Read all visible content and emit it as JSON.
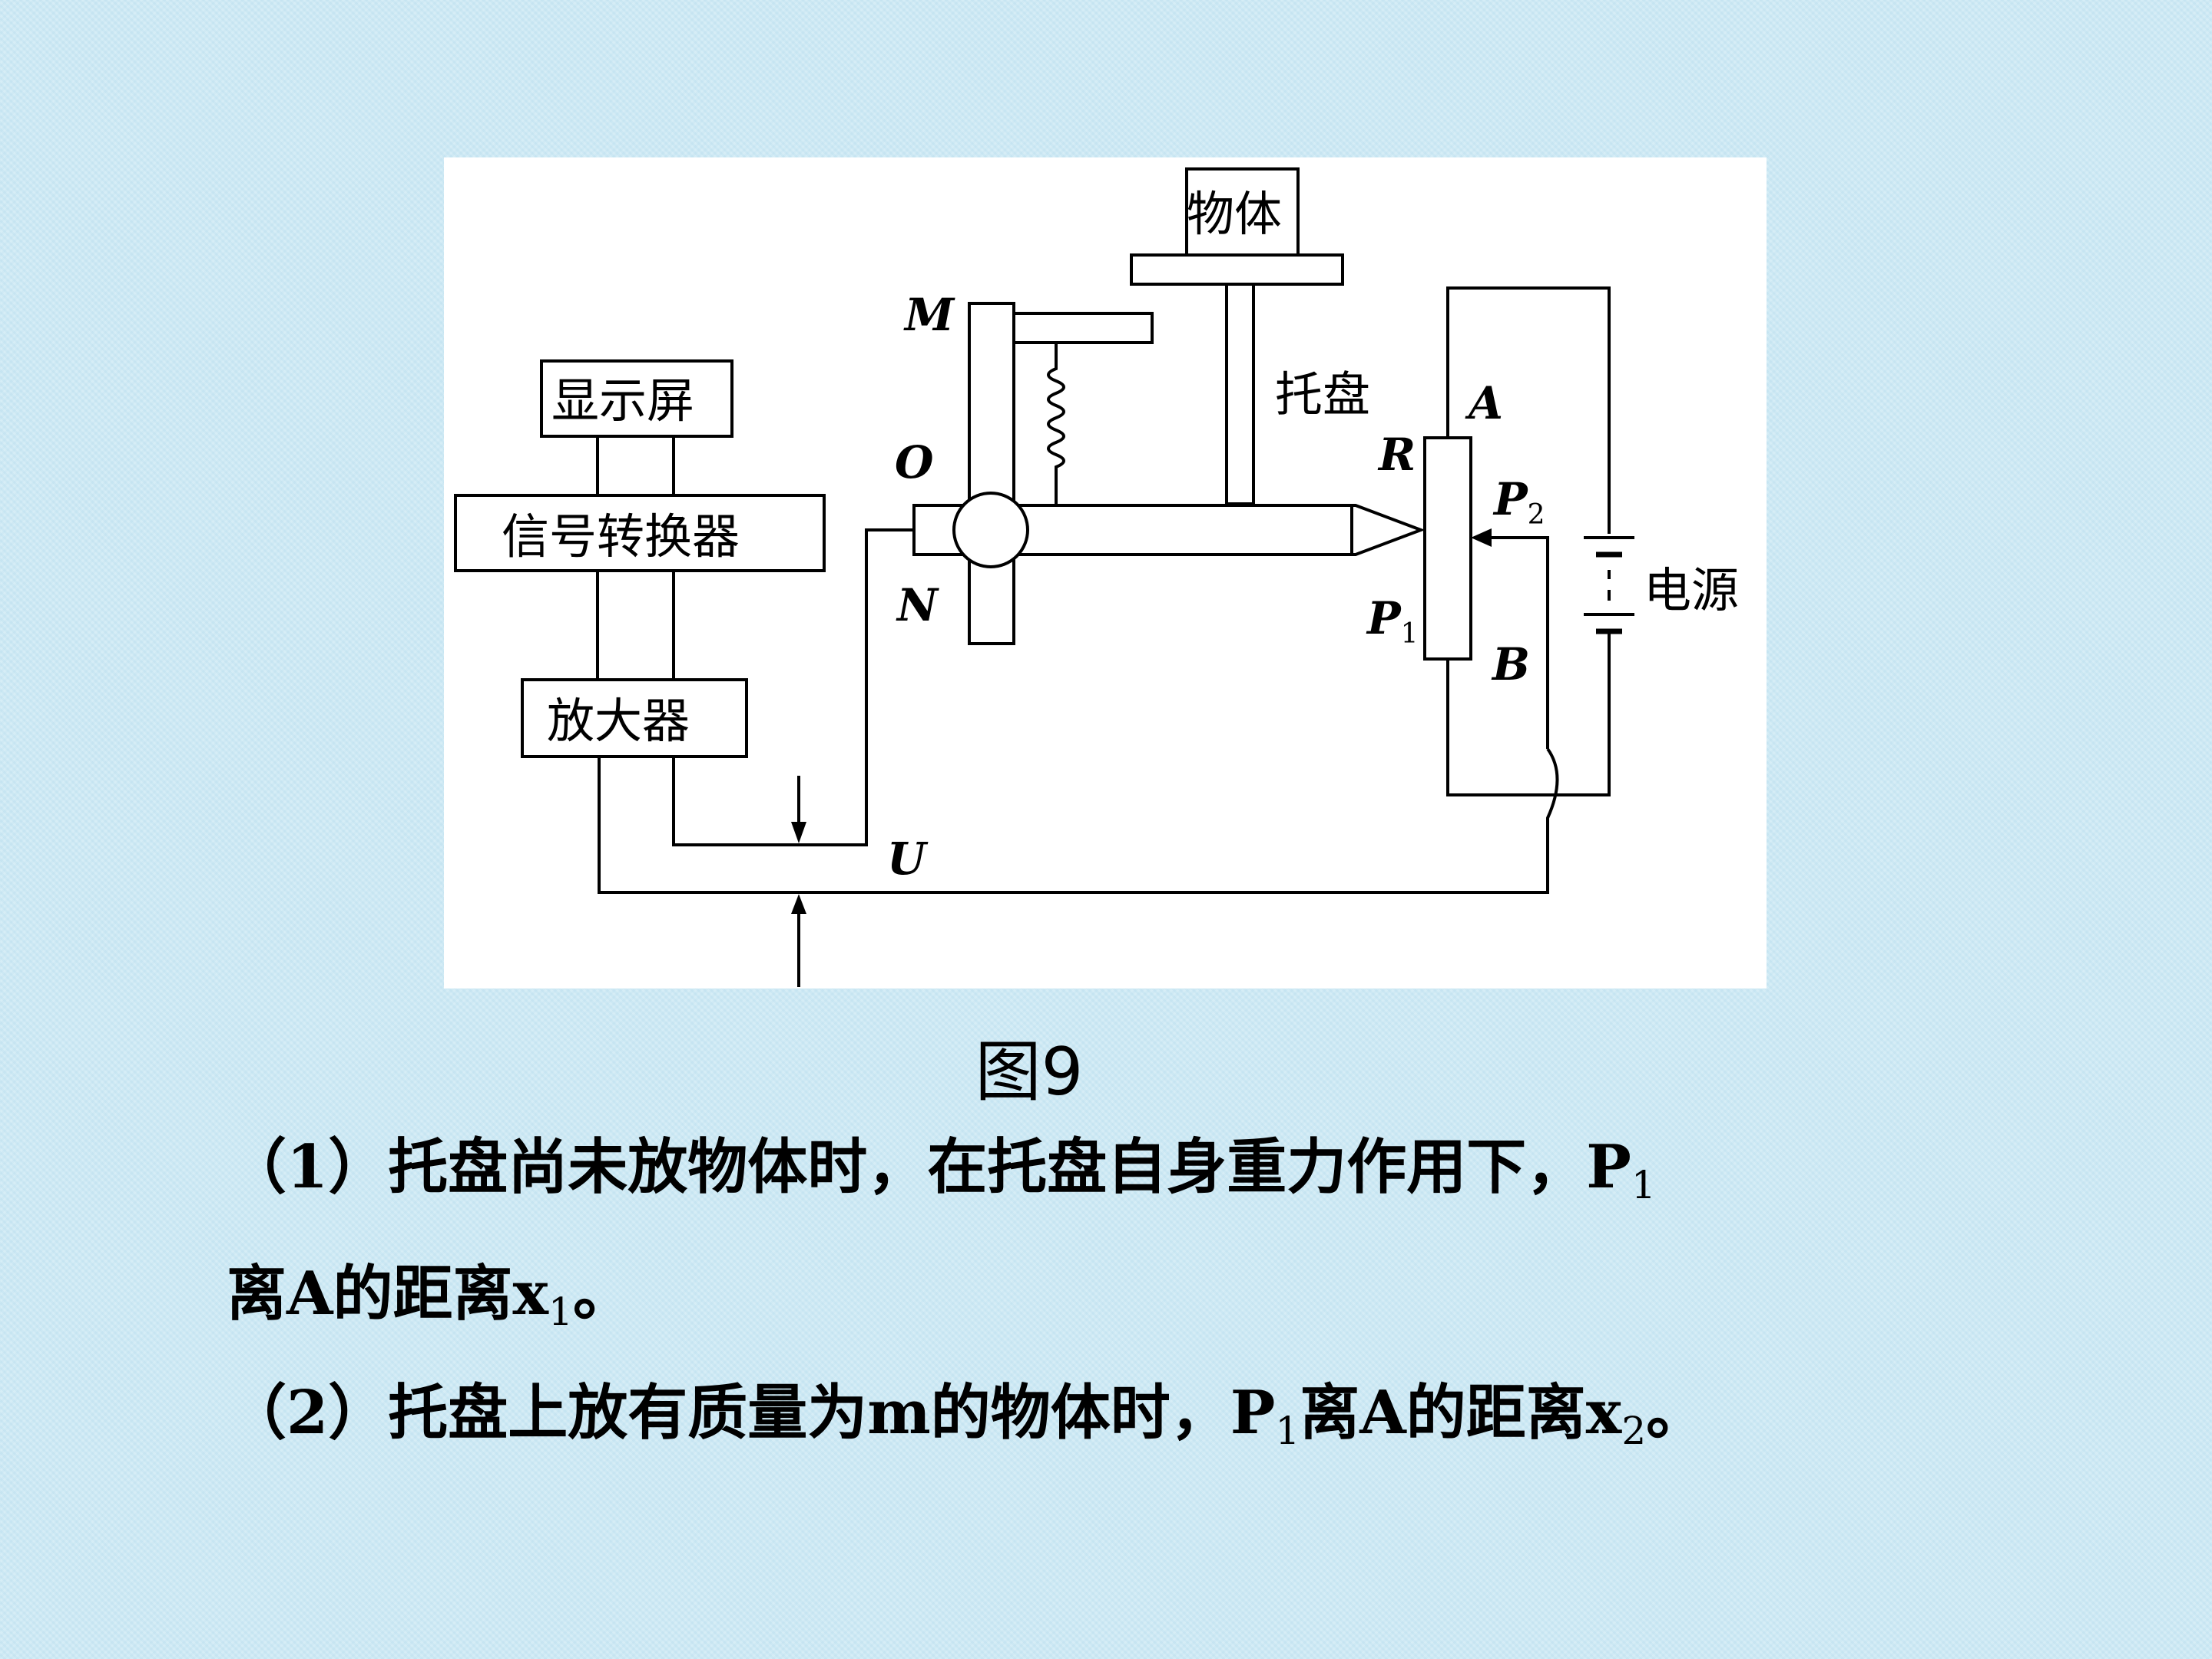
{
  "figure": {
    "caption": "图9",
    "labels": {
      "object": "物体",
      "tray": "托盘",
      "display": "显示屏",
      "converter": "信号转换器",
      "amplifier": "放大器",
      "power": "电源",
      "M": "M",
      "O": "O",
      "N": "N",
      "A": "A",
      "R": "R",
      "B": "B",
      "U": "U",
      "P2": "P",
      "P2_sub": "2",
      "P1": "P",
      "P1_sub": "1"
    }
  },
  "questions": {
    "q1_part1": "（1）托盘尚未放物体时，在托盘自身重力作用下，P",
    "q1_sub1": "1",
    "q1_part2": "离A的距离x",
    "q1_sub2": "1",
    "q1_part3": "。",
    "q2_part1": "（2）托盘上放有质量为m的物体时，P",
    "q2_sub1": "1",
    "q2_part2": "离A的距离x",
    "q2_sub2": "2",
    "q2_part3": "。"
  },
  "colors": {
    "background": "#cde9f4",
    "panel": "#ffffff",
    "ink": "#000000"
  }
}
